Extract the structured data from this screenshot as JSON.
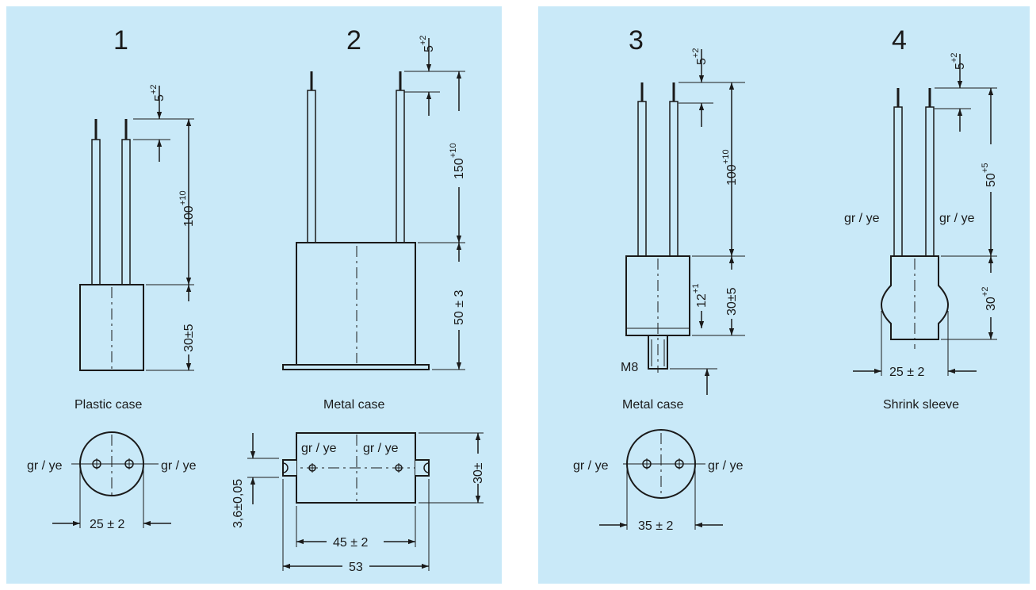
{
  "variants": [
    {
      "number": "1",
      "case_label": "Plastic case",
      "dims": {
        "lead_end": "5",
        "lead_end_tol": "+2",
        "lead_len": "100",
        "lead_len_tol": "+10",
        "body_height": "30±5",
        "diameter": "25 ± 2"
      },
      "wire_labels": [
        "gr / ye",
        "gr / ye"
      ]
    },
    {
      "number": "2",
      "case_label": "Metal case",
      "dims": {
        "lead_end": "5",
        "lead_end_tol": "+2",
        "lead_len": "150",
        "lead_len_tol": "+10",
        "body_height": "50 ± 3",
        "hole": "3,6±0,05",
        "depth": "30±",
        "hole_spacing": "45 ± 2",
        "total_width": "53"
      },
      "wire_labels": [
        "gr / ye",
        "gr / ye"
      ]
    },
    {
      "number": "3",
      "case_label": "Metal case",
      "dims": {
        "lead_end": "5",
        "lead_end_tol": "+2",
        "lead_len": "100",
        "lead_len_tol": "+10",
        "stud": "12",
        "stud_tol": "+1",
        "body_height": "30±5",
        "thread": "M8",
        "diameter": "35 ± 2"
      },
      "wire_labels": [
        "gr / ye",
        "gr / ye"
      ]
    },
    {
      "number": "4",
      "case_label": "Shrink sleeve",
      "dims": {
        "lead_end": "5",
        "lead_end_tol": "+2",
        "lead_len": "50",
        "lead_len_tol": "+5",
        "body_height": "30",
        "body_height_tol": "+2",
        "diameter": "25 ± 2"
      },
      "wire_labels": [
        "gr / ye",
        "gr / ye"
      ]
    }
  ]
}
